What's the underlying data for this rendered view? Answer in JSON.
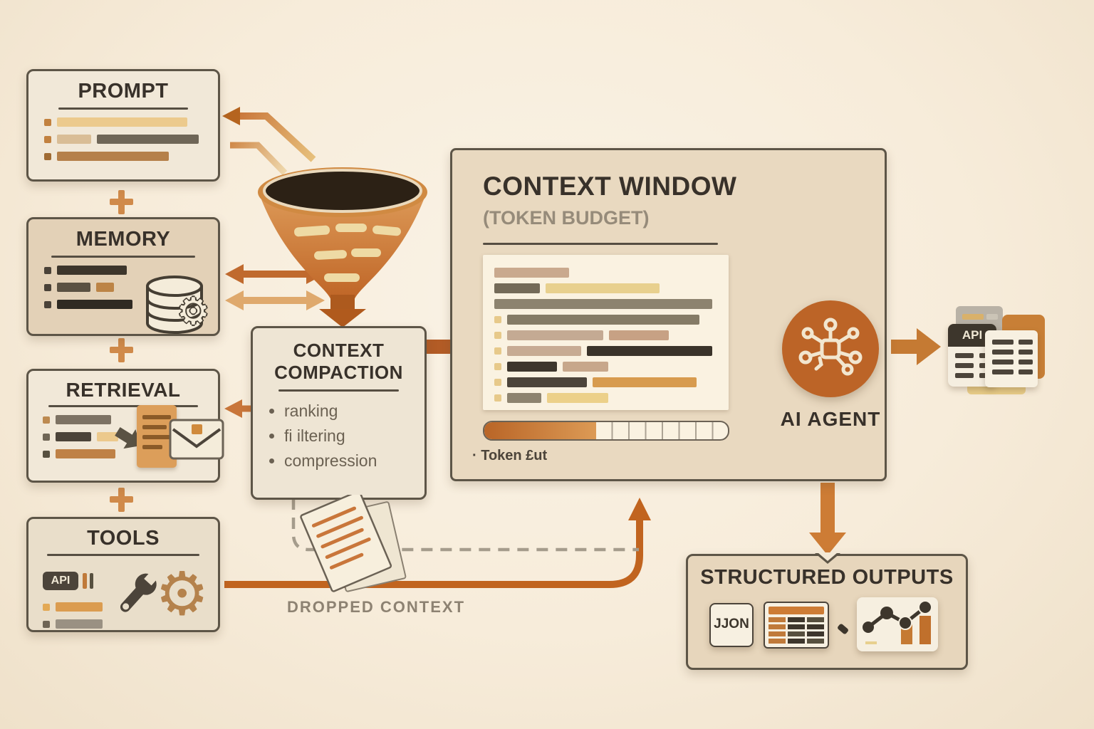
{
  "palette": {
    "background": "#f8efe1",
    "border": "#5d5547",
    "title_text": "#38312a",
    "muted_text": "#8d8272",
    "accent_orange": "#c06a2e",
    "accent_orange_dark": "#b05a1d",
    "accent_tan": "#dfa96d",
    "accent_khaki": "#ead089"
  },
  "glyphs": {
    "gear": "⚙"
  },
  "prompt": {
    "title": "PROMPT",
    "rows": [
      {
        "b": "#c2813f",
        "seg": [
          [
            183,
            "#ecca8d"
          ]
        ]
      },
      {
        "b": "#c2813f",
        "seg": [
          [
            48,
            "#d9bd96"
          ],
          [
            143,
            "#6f6657"
          ]
        ]
      },
      {
        "b": "#a06b33",
        "seg": [
          [
            157,
            "#b5804a"
          ]
        ]
      }
    ]
  },
  "memory": {
    "title": "MEMORY",
    "rows": [
      {
        "b": "#4a4238",
        "seg": [
          [
            98,
            "#3d362c"
          ]
        ]
      },
      {
        "b": "#4a4238",
        "seg": [
          [
            47,
            "#5a5142"
          ],
          [
            25,
            "#bc8446"
          ]
        ]
      },
      {
        "b": "#4a4238",
        "seg": [
          [
            106,
            "#2f2a22"
          ]
        ]
      }
    ]
  },
  "retrieval": {
    "title": "RETRIEVAL",
    "rows": [
      {
        "b": "#bd8a50",
        "seg": [
          [
            78,
            "#7d7263"
          ]
        ]
      },
      {
        "b": "#6f6555",
        "seg": [
          [
            50,
            "#4c443a"
          ],
          [
            30,
            "#ecc98c"
          ]
        ]
      },
      {
        "b": "#57503f",
        "seg": [
          [
            84,
            "#bf8146"
          ]
        ]
      }
    ]
  },
  "tools": {
    "title": "TOOLS",
    "api_badge": "API",
    "rows": [
      {
        "b": "#e3a955",
        "seg": [
          [
            66,
            "#db9c50"
          ]
        ]
      },
      {
        "b": "#6f6555",
        "seg": [
          [
            66,
            "#9a9183"
          ]
        ]
      }
    ]
  },
  "compaction": {
    "title_lines": [
      "CONTEXT",
      "COMPACTION"
    ],
    "bullets": [
      "ranking",
      "fi iltering",
      "compression"
    ]
  },
  "context_window": {
    "title": "CONTEXT WINDOW",
    "subtitle": "(TOKEN BUDGET)",
    "token_label": "· Token £ut",
    "progress": {
      "fill_percent": 46,
      "segments": 8
    },
    "panel_rows": [
      {
        "seg": [
          [
            105,
            "#c9a98e"
          ]
        ]
      },
      {
        "seg": [
          [
            64,
            "#746a58"
          ],
          [
            160,
            "#e8d08e"
          ]
        ]
      },
      {
        "seg": [
          [
            306,
            "#8d836f"
          ]
        ]
      },
      {
        "b": "#e7c98a",
        "seg": [
          [
            270,
            "#857b66"
          ]
        ]
      },
      {
        "b": "#e7c98a",
        "seg": [
          [
            135,
            "#c4aa93"
          ],
          [
            84,
            "#c7a184"
          ]
        ]
      },
      {
        "b": "#e7c98a",
        "seg": [
          [
            104,
            "#c7ab93"
          ],
          [
            176,
            "#3a332a"
          ]
        ]
      },
      {
        "b": "#e7c98a",
        "seg": [
          [
            70,
            "#3d362c"
          ],
          [
            64,
            "#c7a78b"
          ]
        ]
      },
      {
        "b": "#e7c98a",
        "seg": [
          [
            112,
            "#4c443a"
          ],
          [
            146,
            "#d79b4e"
          ]
        ]
      },
      {
        "b": "#e7c98a",
        "seg": [
          [
            48,
            "#8d836f"
          ],
          [
            86,
            "#ecd089"
          ]
        ]
      }
    ]
  },
  "ai_agent": {
    "label": "AI AGENT"
  },
  "outputs_cluster": {
    "api_card_label": "API"
  },
  "structured_outputs": {
    "title": "STRUCTURED OUTPUTS",
    "json_label": "JJON"
  },
  "dropped_context": {
    "label": "DROPPED CONTEXT"
  }
}
